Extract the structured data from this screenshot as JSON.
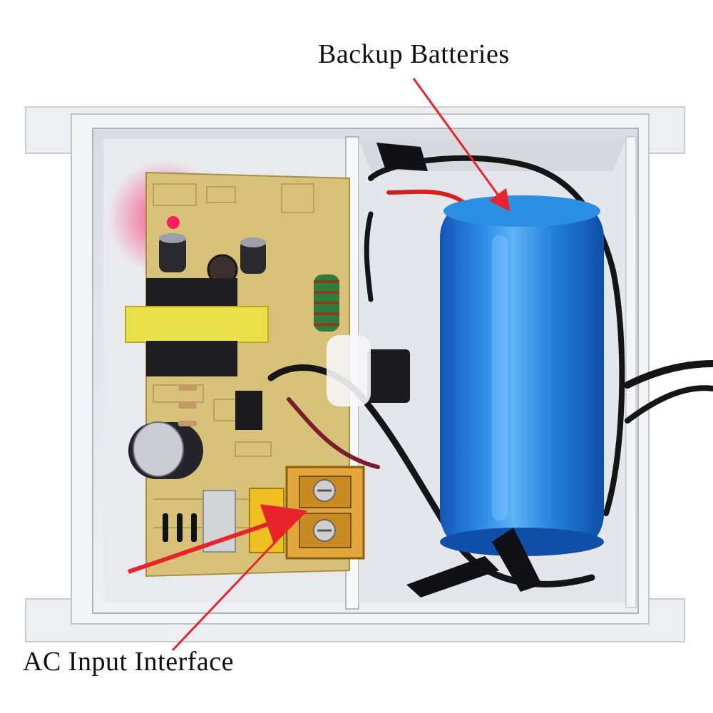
{
  "image": {
    "kind": "product photo",
    "subject": "opened power supply enclosure with circuit board and cylindrical backup battery",
    "background_color": "#ffffff",
    "enclosure_color": "#e4e6ea",
    "board_color": "#d8c178",
    "battery_color": "#1f7fd9",
    "arrow_color": "#e8232b"
  },
  "annotations": {
    "backup_batteries": "Backup Batteries",
    "ac_input_interface": "AC Input Interface"
  }
}
